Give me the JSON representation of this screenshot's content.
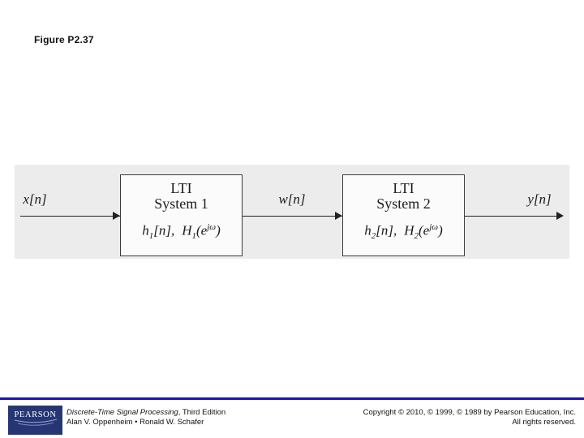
{
  "page": {
    "title": "Figure P2.37"
  },
  "diagram": {
    "input_label": "x[n]",
    "mid_label": "w[n]",
    "output_label": "y[n]",
    "background_color": "#ececec",
    "box1": {
      "line1": "LTI",
      "line2": "System 1",
      "formula": {
        "f1": "h",
        "f1_sub": "1",
        "f1_rest": "[n],",
        "f2": "H",
        "f2_sub": "1",
        "f2_pre": "(e",
        "f2_sup": "jω",
        "f2_post": ")"
      }
    },
    "box2": {
      "line1": "LTI",
      "line2": "System 2",
      "formula": {
        "f1": "h",
        "f1_sub": "2",
        "f1_rest": "[n],",
        "f2": "H",
        "f2_sub": "2",
        "f2_pre": "(e",
        "f2_sup": "jω",
        "f2_post": ")"
      }
    }
  },
  "footer": {
    "divider_color": "#1b16aa",
    "logo": {
      "text": "PEARSON",
      "background_color": "#263674"
    },
    "book_title": "Discrete-Time Signal Processing",
    "edition": ", Third Edition",
    "authors": "Alan V. Oppenheim • Ronald W. Schafer",
    "copyright_line1": "Copyright © 2010, © 1999, © 1989 by Pearson Education, Inc.",
    "copyright_line2": "All rights reserved."
  }
}
